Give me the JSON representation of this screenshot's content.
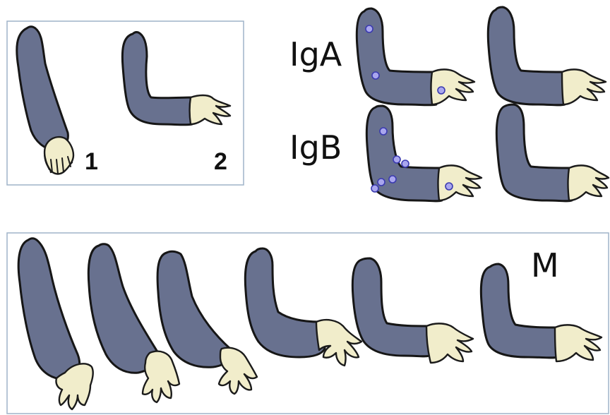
{
  "labels": {
    "pose_1": "1",
    "pose_2": "2",
    "row_a": "IgA",
    "row_b": "IgB",
    "morph": "M"
  },
  "colors": {
    "sleeve": "#68718f",
    "hand": "#f1edcb",
    "dot_fill": "#a9a6ee",
    "dot_stroke": "#3a3ab0",
    "frame": "#9fb3c8"
  }
}
